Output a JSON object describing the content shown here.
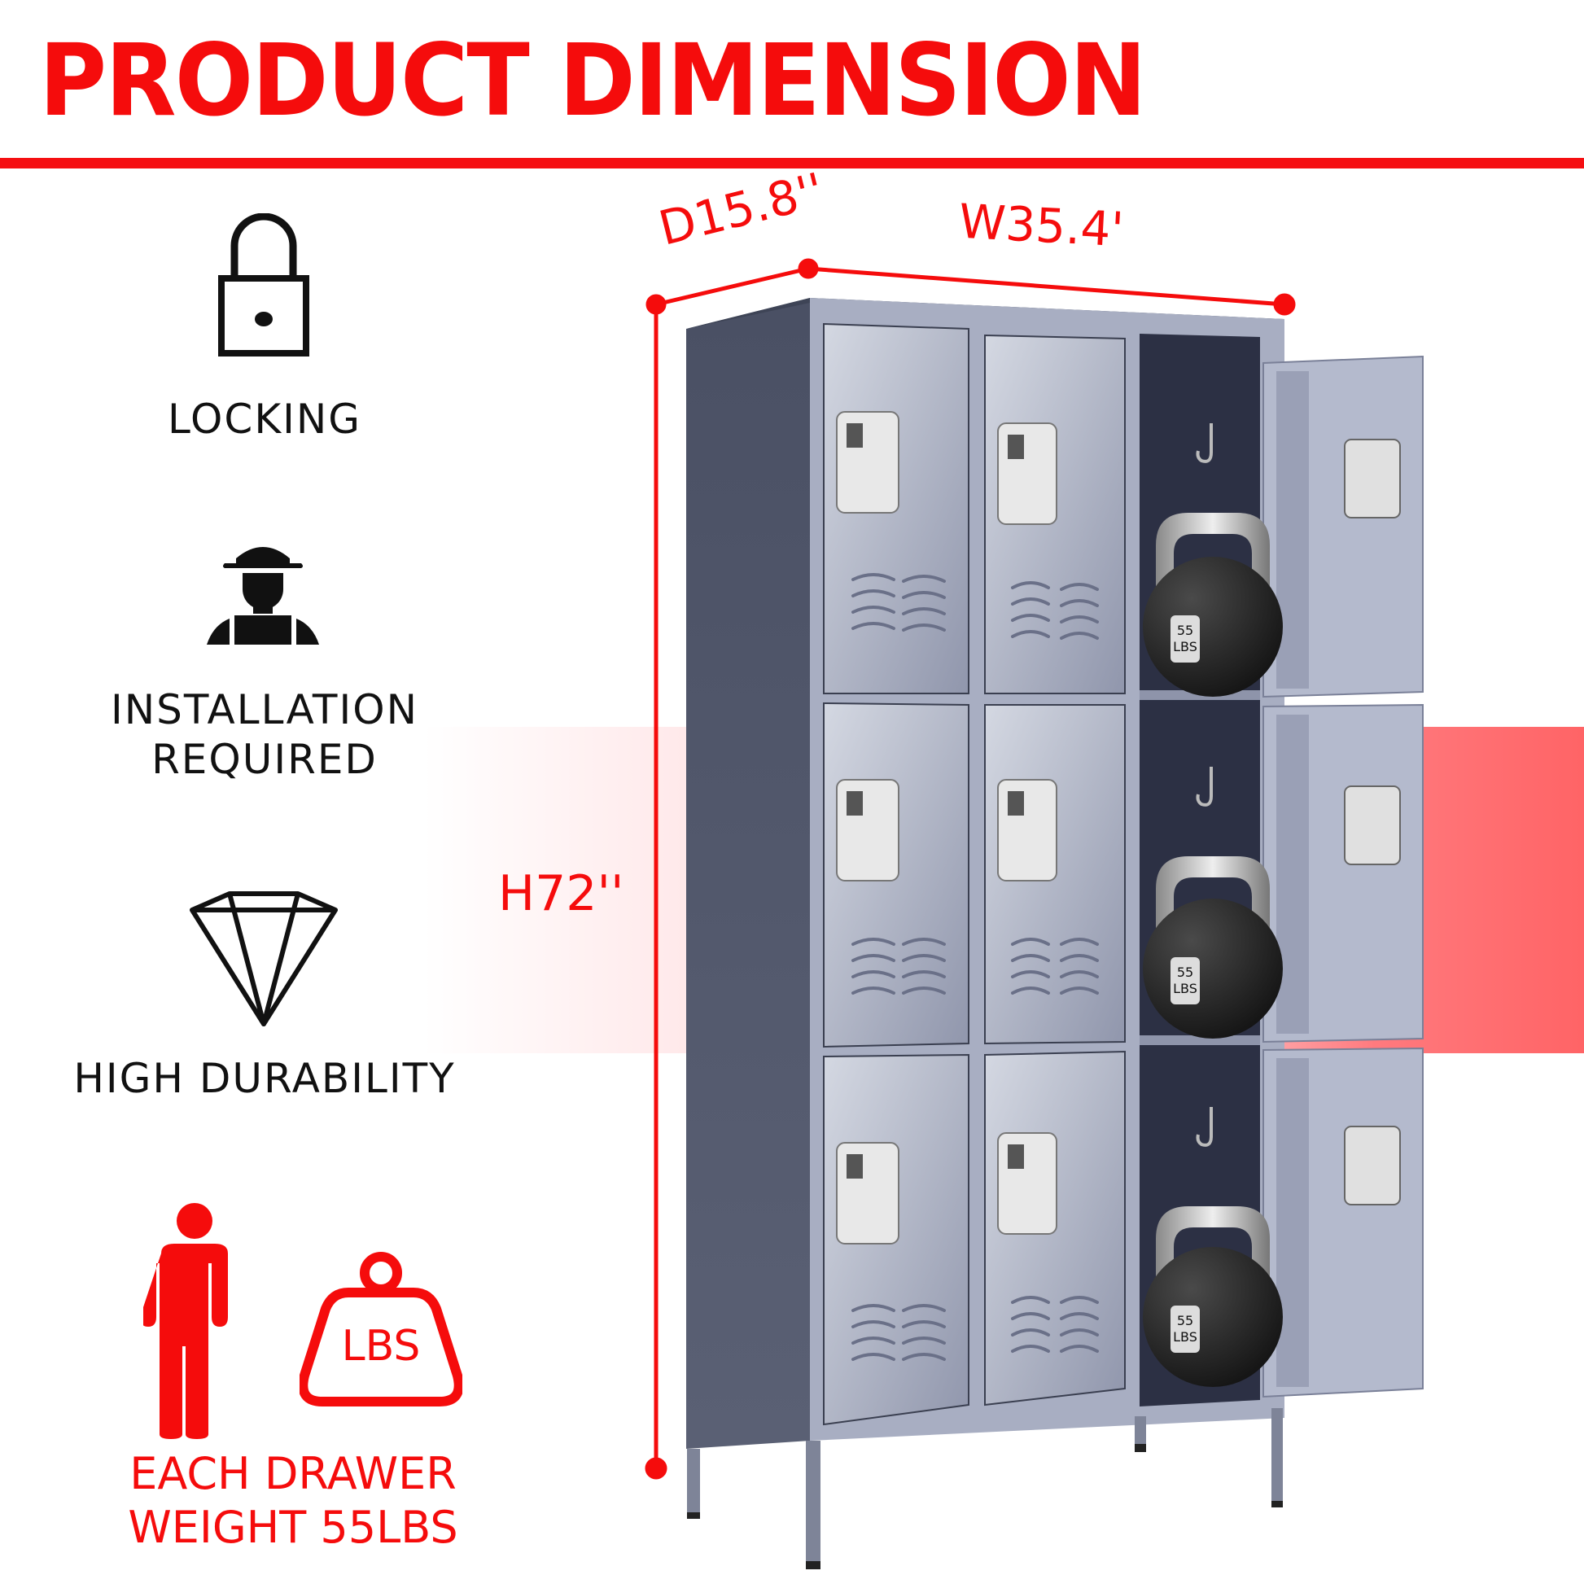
{
  "header": {
    "title": "PRODUCT DIMENSION",
    "accent_color": "#f50c0c"
  },
  "features": [
    {
      "icon": "padlock-icon",
      "label": "LOCKING"
    },
    {
      "icon": "installer-worker-icon",
      "label_line1": "INSTALLATION",
      "label_line2": "REQUIRED"
    },
    {
      "icon": "diamond-icon",
      "label": "HIGH DURABILITY"
    }
  ],
  "capacity": {
    "person_icon": "person-icon",
    "weight_icon": "weight-bag-icon",
    "weight_icon_text": "LBS",
    "label_line1": "EACH DRAWER",
    "label_line2": "WEIGHT 55LBS"
  },
  "dimensions": {
    "depth": "D15.8''",
    "width": "W35.4'",
    "height": "H72''"
  },
  "product": {
    "name": "3-column 9-door metal locker",
    "columns": 3,
    "rows": 3,
    "kettlebell_tag_line1": "55",
    "kettlebell_tag_line2": "LBS",
    "body_color": "#9ea4b8",
    "side_color": "#454b5e"
  }
}
